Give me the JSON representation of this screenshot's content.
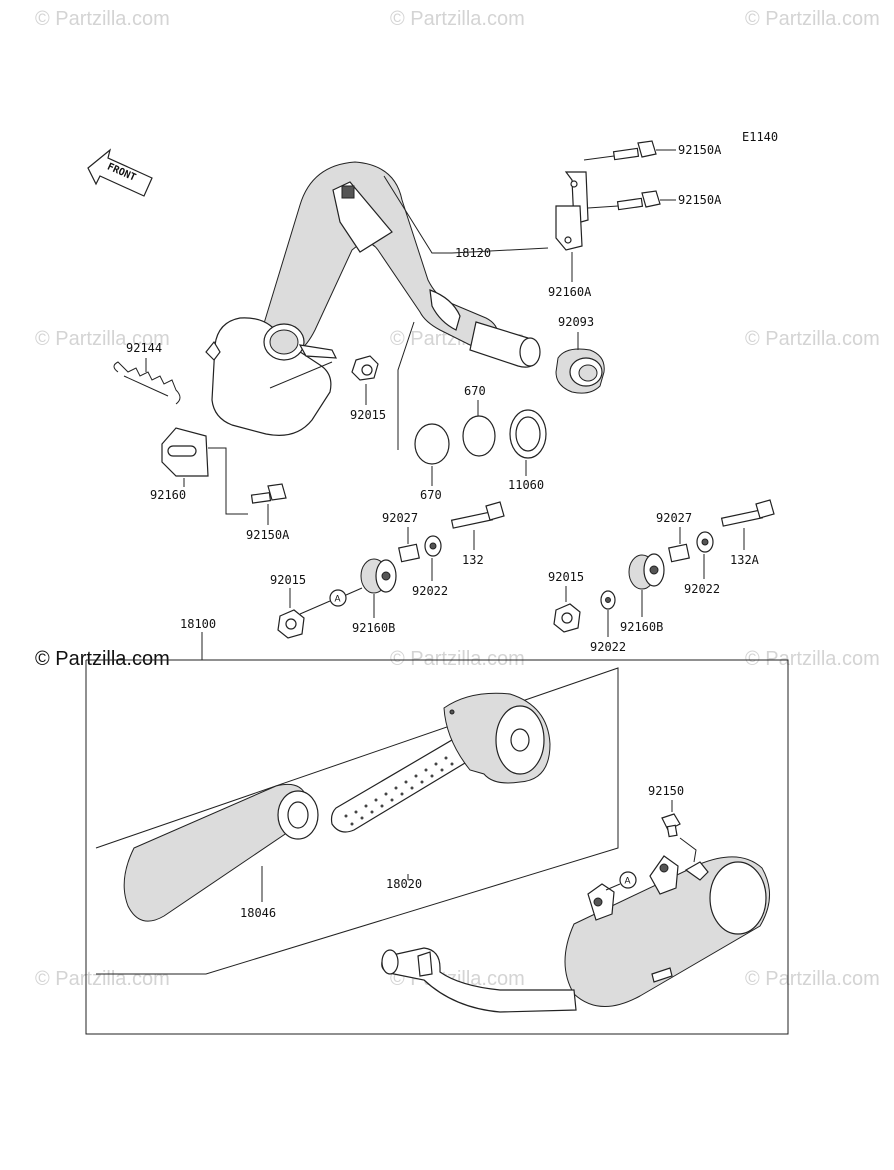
{
  "diagram_code": "E1140",
  "front_label": "FRONT",
  "ref_letter": "A",
  "watermark_text": "© Partzilla.com",
  "parts": {
    "p_92150A_1": "92150A",
    "p_92150A_2": "92150A",
    "p_18120": "18120",
    "p_92160A": "92160A",
    "p_92093": "92093",
    "p_92144": "92144",
    "p_92015_top": "92015",
    "p_670_top": "670",
    "p_670_bot": "670",
    "p_11060": "11060",
    "p_92160": "92160",
    "p_92150A_3": "92150A",
    "p_92027_l": "92027",
    "p_132": "132",
    "p_92022_l": "92022",
    "p_92015_l": "92015",
    "p_92160B_l": "92160B",
    "p_92027_r": "92027",
    "p_132A": "132A",
    "p_92022_r": "92022",
    "p_92015_r": "92015",
    "p_92160B_r": "92160B",
    "p_92022_r2": "92022",
    "p_18100": "18100",
    "p_92150": "92150",
    "p_18046": "18046",
    "p_18020": "18020"
  }
}
